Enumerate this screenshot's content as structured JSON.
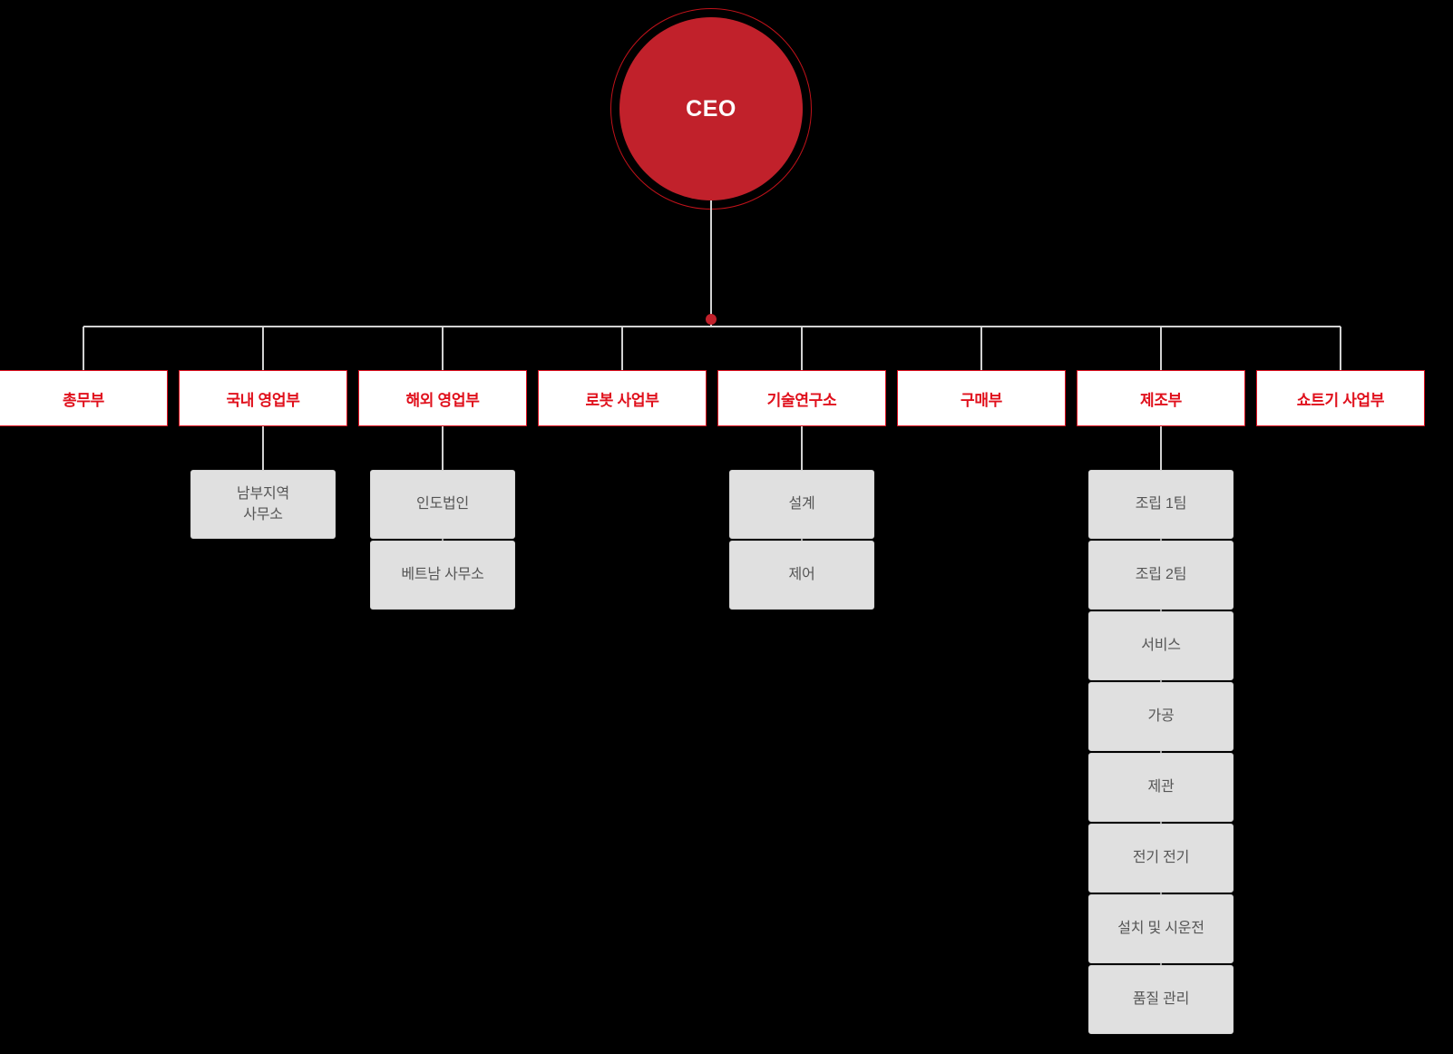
{
  "chart_type": "org-chart",
  "root": {
    "label": "CEO",
    "shape": "circle",
    "fill_color": "#c1212b",
    "text_color": "#ffffff"
  },
  "theme": {
    "background_color": "#000000",
    "accent_color": "#e0101c",
    "dept_fill": "#ffffff",
    "dept_text": "#e0101c",
    "sub_fill": "#e0e0e0",
    "sub_text": "#565656",
    "connector_color": "#d2d2d2"
  },
  "departments": [
    {
      "label": "총무부",
      "children": []
    },
    {
      "label": "국내 영업부",
      "children": [
        "남부지역\n사무소"
      ]
    },
    {
      "label": "해외 영업부",
      "children": [
        "인도법인",
        "베트남 사무소"
      ]
    },
    {
      "label": "로봇 사업부",
      "children": []
    },
    {
      "label": "기술연구소",
      "children": [
        "설계",
        "제어"
      ]
    },
    {
      "label": "구매부",
      "children": []
    },
    {
      "label": "제조부",
      "children": [
        "조립 1팀",
        "조립 2팀",
        "서비스",
        "가공",
        "제관",
        "전기  전기",
        "설치 및 시운전",
        "품질 관리"
      ]
    },
    {
      "label": "쇼트기 사업부",
      "children": []
    }
  ]
}
